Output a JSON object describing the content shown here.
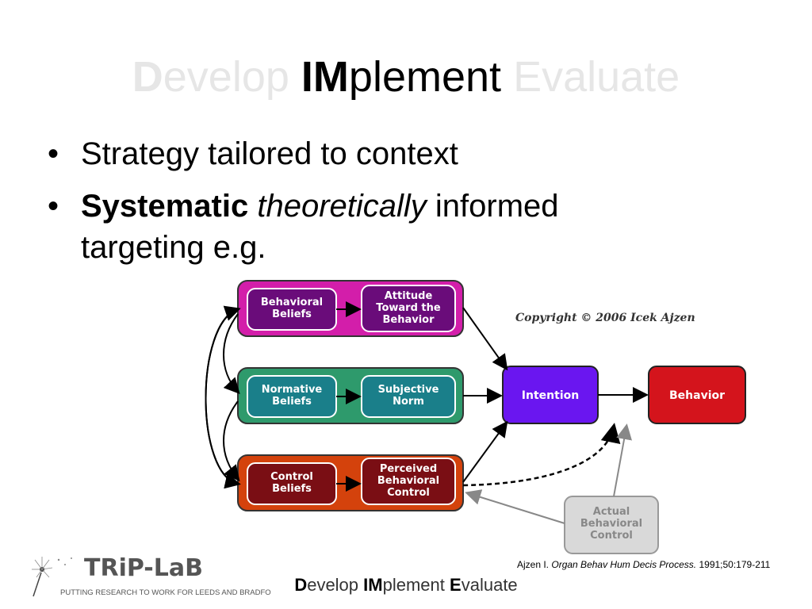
{
  "title": {
    "d": "D",
    "evelop": "evelop",
    "im": "IM",
    "plement": "plement",
    "evaluate": "Evaluate"
  },
  "bullets": {
    "b1": "Strategy tailored to context",
    "b2_bold": "Systematic",
    "b2_italic": "theoretically",
    "b2_rest": "informed",
    "b2_line2": "targeting e.g."
  },
  "diagram": {
    "copyright": "Copyright © 2006 Icek Ajzen",
    "nodes": {
      "behavioral_beliefs": [
        "Behavioral",
        "Beliefs"
      ],
      "attitude": [
        "Attitude",
        "Toward the",
        "Behavior"
      ],
      "normative_beliefs": [
        "Normative",
        "Beliefs"
      ],
      "subjective_norm": [
        "Subjective",
        "Norm"
      ],
      "control_beliefs": [
        "Control",
        "Beliefs"
      ],
      "perceived_control": [
        "Perceived",
        "Behavioral",
        "Control"
      ],
      "intention": "Intention",
      "behavior": "Behavior",
      "actual_control": [
        "Actual",
        "Behavioral",
        "Control"
      ]
    },
    "colors": {
      "attitude_row": "#d31eaa",
      "attitude_inner": "#6a0c7a",
      "norm_row": "#2e9a6c",
      "norm_inner": "#1a7f8a",
      "control_row": "#d4420c",
      "control_inner": "#7a0e14",
      "intention": "#6a16f0",
      "behavior": "#d4141c",
      "actual": "#d9d9d9"
    }
  },
  "logo": {
    "name": "TRiP-LaB",
    "tagline": "PUTTING RESEARCH TO WORK FOR LEEDS AND BRADFORD"
  },
  "reference": {
    "author": "Ajzen I.",
    "journal": "Organ Behav Hum Decis Process.",
    "details": "1991;50:179-211"
  },
  "footer": {
    "d": "D",
    "evelop": "evelop",
    "im": "IM",
    "plement": "plement",
    "e": "E",
    "valuate": "valuate"
  }
}
